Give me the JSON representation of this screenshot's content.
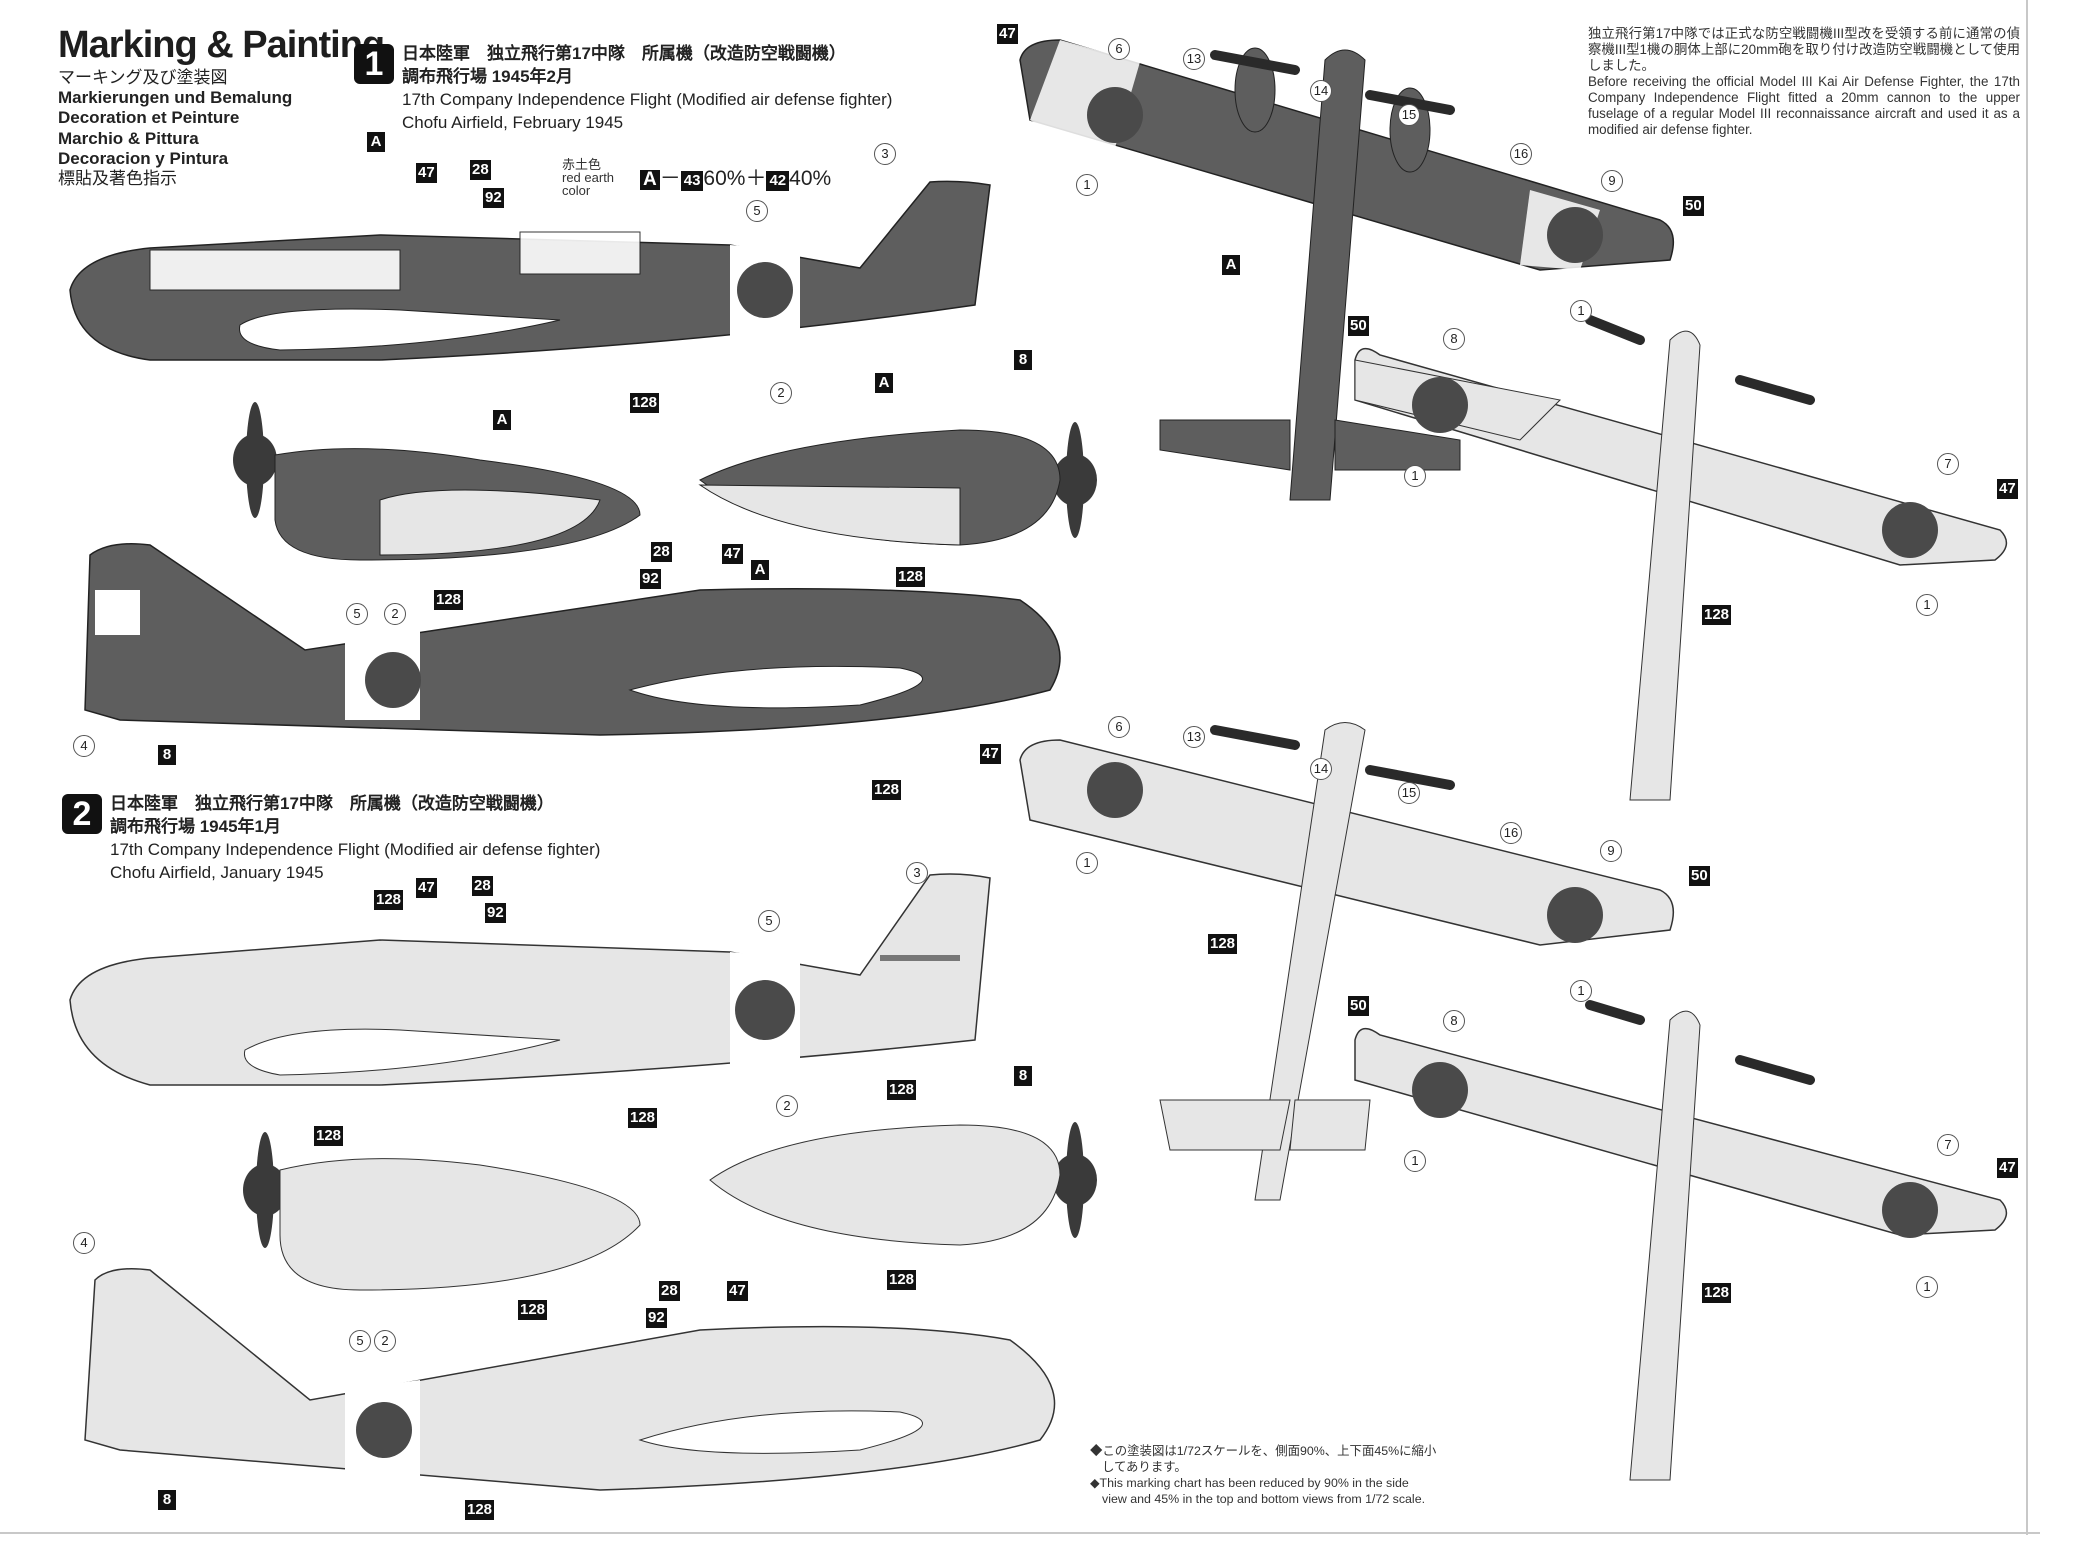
{
  "header": {
    "title": "Marking & Painting",
    "subtitles": [
      "マーキング及び塗装図",
      "Markierungen und Bemalung",
      "Decoration et Peinture",
      "Marchio & Pittura",
      "Decoracion y Pintura",
      "標貼及著色指示"
    ]
  },
  "colors": {
    "dark_camouflage": "#5e5e5e",
    "light_underside": "#e6e6e6",
    "hinomaru": "#4a4a4a",
    "ink": "#111111",
    "frame": "#c8c8c8"
  },
  "schemes": [
    {
      "number": "1",
      "jp_line1": "日本陸軍　独立飛行第17中隊　所属機（改造防空戦闘機）",
      "jp_line2": "調布飛行場 1945年2月",
      "en_line1": "17th Company Independence Flight (Modified air defense fighter)",
      "en_line2": "Chofu Airfield, February 1945"
    },
    {
      "number": "2",
      "jp_line1": "日本陸軍　独立飛行第17中隊　所属機（改造防空戦闘機）",
      "jp_line2": "調布飛行場 1945年1月",
      "en_line1": "17th Company Independence Flight (Modified air defense fighter)",
      "en_line2": "Chofu Airfield, January 1945"
    }
  ],
  "color_mix": {
    "label_jp": "赤土色",
    "label_en1": "red earth",
    "label_en2": "color",
    "code": "A",
    "dash": "－",
    "part1_code": "43",
    "part1_pct": "60%",
    "plus": "＋",
    "part2_code": "42",
    "part2_pct": "40%"
  },
  "history_note": {
    "jp": "独立飛行第17中隊では正式な防空戦闘機III型改を受領する前に通常の偵察機III型1機の胴体上部に20mm砲を取り付け改造防空戦闘機として使用しました。",
    "en": "Before receiving the official Model III Kai Air Defense Fighter, the 17th Company Independence Flight fitted a 20mm cannon to the upper fuselage of a regular Model III reconnaissance aircraft and used it as a modified air defense fighter."
  },
  "footnote": {
    "jp1": "◆この塗装図は1/72スケールを、側面90%、上下面45%に縮小",
    "jp2": "してあります。",
    "en1": "◆This marking chart has been reduced by 90% in the side",
    "en2": "view and 45% in the top and bottom views from 1/72 scale."
  },
  "callouts": {
    "A": "A",
    "c128": "128",
    "c47": "47",
    "c28": "28",
    "c92": "92",
    "c8": "8",
    "c50": "50",
    "n1": "1",
    "n2": "2",
    "n3": "3",
    "n4": "4",
    "n5": "5",
    "n6": "6",
    "n7": "7",
    "n8": "8",
    "n9": "9",
    "n13": "13",
    "n14": "14",
    "n15": "15",
    "n16": "16"
  }
}
